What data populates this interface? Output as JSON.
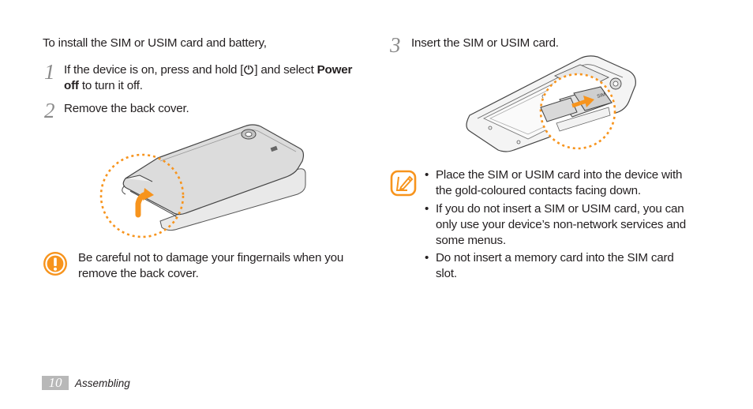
{
  "left": {
    "intro": "To install the SIM or USIM card and battery,",
    "step1": {
      "number": "1",
      "before": "If the device is on, press and hold [",
      "after": "] and select ",
      "bold1": "Power",
      "bold2": "off",
      "tail": " to turn it off."
    },
    "step2": {
      "number": "2",
      "text": "Remove the back cover."
    },
    "caution": {
      "line1": "Be careful not to damage your fingernails when you",
      "line2": "remove the back cover."
    }
  },
  "right": {
    "step3": {
      "number": "3",
      "text": "Insert the SIM or USIM card."
    },
    "notes": {
      "n1_l1": "Place the SIM or USIM card into the device with",
      "n1_l2": "the gold-coloured contacts facing down.",
      "n2_l1": "If you do not insert a SIM or USIM card, you can",
      "n2_l2": "only use your device’s non-network services and",
      "n2_l3": "some menus.",
      "n3_l1": "Do not insert a memory card into the SIM card",
      "n3_l2": "slot."
    },
    "sim_label": "SIM"
  },
  "footer": {
    "page_number": "10",
    "section": "Assembling"
  },
  "colors": {
    "accent_orange": "#f7941d",
    "step_gray": "#8a8a8a",
    "text": "#231f20"
  },
  "icons": {
    "power": "power-icon",
    "caution": "caution-icon",
    "note": "note-icon"
  }
}
